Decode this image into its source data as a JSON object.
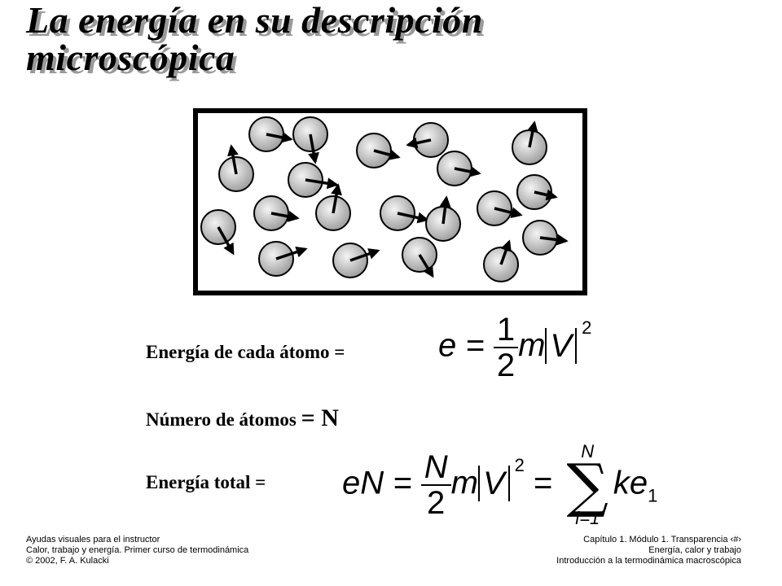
{
  "title": {
    "line1": "La energía en su descripción",
    "line2": "microscópica"
  },
  "equations": {
    "atom_energy_label": "Energía de cada átomo =",
    "atom_count_label": "Número de átomos",
    "atom_count_value": "= N",
    "total_energy_label": "Energía total  ="
  },
  "footer": {
    "left": [
      "Ayudas visuales para el instructor",
      "Calor, trabajo y energía.  Primer curso de termodinámica",
      "© 2002, F. A. Kulacki"
    ],
    "right": [
      "Capítulo 1. Módulo 1.  Transparencia ‹#›",
      "Energía, calor y trabajo",
      "Introducción a la termodinámica macroscópica"
    ]
  },
  "colors": {
    "atom_fill_center": "#f2f2f2",
    "atom_fill_edge": "#9c9c9c",
    "shadow": "#9a9a9a"
  }
}
